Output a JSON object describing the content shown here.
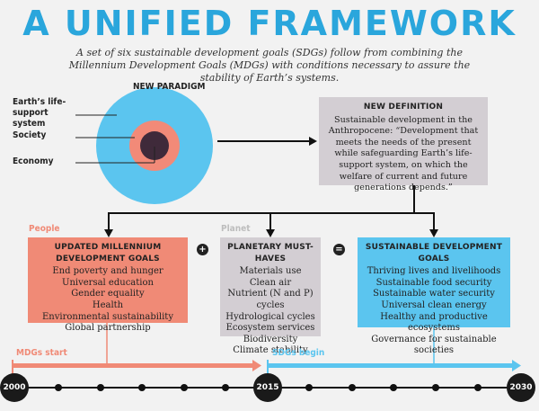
{
  "title": "A UNIFIED FRAMEWORK",
  "subtitle": "A set of six sustainable development goals (SDGs) follow from combining the Millennium Development Goals (MDGs) with conditions necessary to assure the stability of Earth’s systems.",
  "paradigm": {
    "heading": "NEW PARADIGM",
    "labels": {
      "earth": "Earth’s life-support system",
      "society": "Society",
      "economy": "Economy"
    },
    "colors": {
      "earth": "#5bc5ef",
      "society": "#f28a78",
      "economy": "#3f2a3a"
    }
  },
  "definition": {
    "heading": "NEW DEFINITION",
    "text": "Sustainable development in the Anthropocene: “Development that meets the needs of the present while safeguarding Earth’s life-support system, on which the welfare of current and future generations depends.”",
    "color": "#d3ced3"
  },
  "columns": [
    {
      "tag": "People",
      "heading": "UPDATED MILLENNIUM DEVELOPMENT GOALS",
      "items": [
        "End poverty and hunger",
        "Universal education",
        "Gender equality",
        "Health",
        "Environmental sustainability",
        "Global partnership"
      ],
      "color": "#f08a76",
      "tag_color": "#f08a76"
    },
    {
      "tag": "Planet",
      "heading": "PLANETARY MUST-HAVES",
      "items": [
        "Materials use",
        "Clean air",
        "Nutrient (N and P) cycles",
        "Hydrological cycles",
        "Ecosystem services",
        "Biodiversity",
        "Climate stability"
      ],
      "color": "#d3ced3",
      "tag_color": "#bdbdbd"
    },
    {
      "tag": "",
      "heading": "SUSTAINABLE DEVELOPMENT GOALS",
      "items": [
        "Thriving lives and livelihoods",
        "Sustainable food security",
        "Sustainable water security",
        "Universal clean energy",
        "Healthy and productive ecosystems",
        "Governance for sustainable societies"
      ],
      "color": "#5bc5ef",
      "tag_color": ""
    }
  ],
  "operators": {
    "plus": "+",
    "equals": "="
  },
  "timeline": {
    "mdgs_label": "MDGs start",
    "sdgs_label": "SDGs begin",
    "years": {
      "start": "2000",
      "mid": "2015",
      "end": "2030"
    },
    "colors": {
      "mdgs": "#f08a76",
      "sdgs": "#5bc5ef"
    }
  }
}
